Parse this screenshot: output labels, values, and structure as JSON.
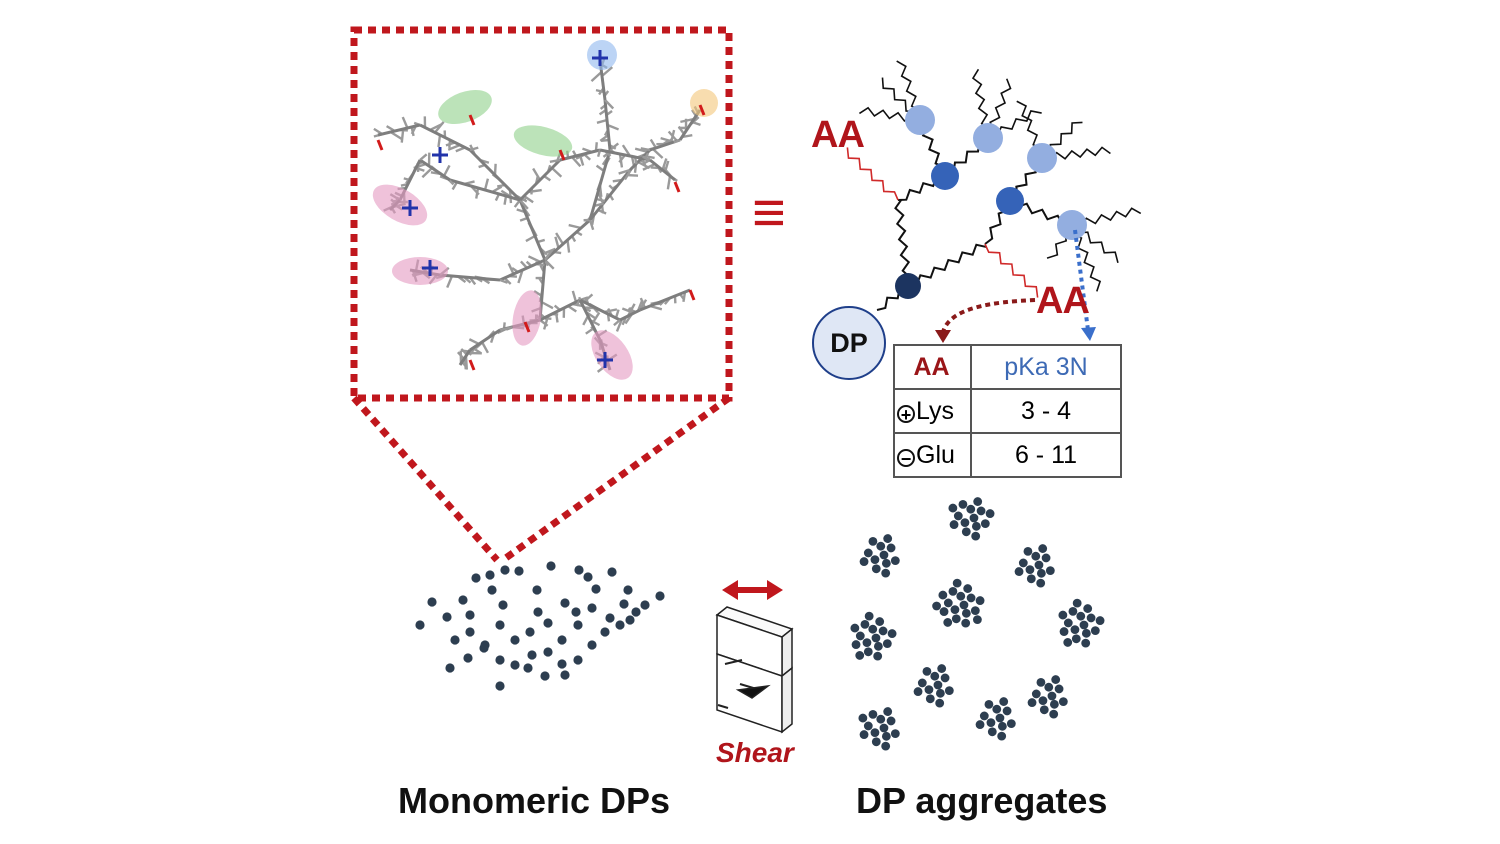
{
  "labels": {
    "aa_top": "AA",
    "aa_bottom": "AA",
    "equivalent_symbol": "≡",
    "dp": "DP",
    "shear": "Shear",
    "monomeric": "Monomeric DPs",
    "aggregates": "DP aggregates"
  },
  "table": {
    "header_aa": "AA",
    "header_pka": "pKa 3N",
    "rows": [
      {
        "sign": "+",
        "aa": "Lys",
        "pka": "3 - 4"
      },
      {
        "sign": "−",
        "aa": "Glu",
        "pka": "6 - 11"
      }
    ]
  },
  "colors": {
    "accent_red": "#b0151b",
    "dots": "#2d3e50",
    "dendron_dark": "#1c3460",
    "dendron_mid": "#3563b8",
    "dendron_light": "#93aee0",
    "pka_blue": "#3d6ab5"
  },
  "icons": [
    "double-arrow-icon",
    "shear-cell-icon",
    "molecule-render"
  ]
}
